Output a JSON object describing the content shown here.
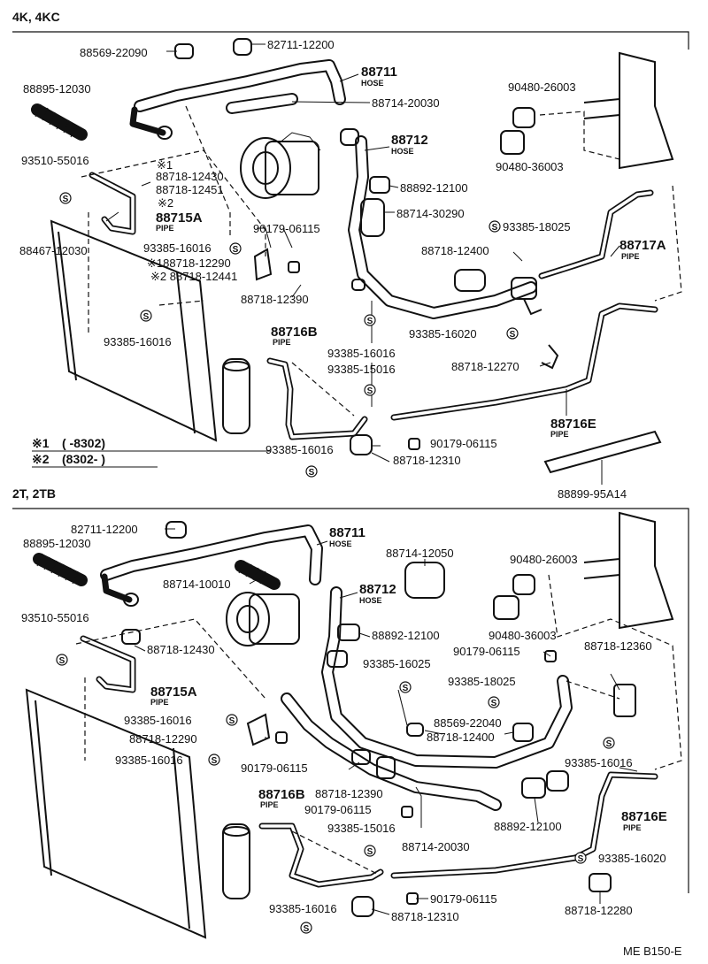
{
  "sections": [
    {
      "header": "4K, 4KC"
    },
    {
      "header": "2T, 2TB"
    }
  ],
  "notes": {
    "n1_mark": "※1",
    "n1_text": "(      -8302)",
    "n2_mark": "※2",
    "n2_text": "(8302-      )"
  },
  "footer_code": "ME B150-E",
  "sym_s": "S",
  "sec1_labels": [
    {
      "text": "88569-22090"
    },
    {
      "text": "82711-12200"
    },
    {
      "text": "88711"
    },
    {
      "text": "HOSE"
    },
    {
      "text": "88895-12030"
    },
    {
      "text": "88714-20030"
    },
    {
      "text": "90480-26003"
    },
    {
      "text": "88712"
    },
    {
      "text": "HOSE"
    },
    {
      "text": "90480-36003"
    },
    {
      "text": "93510-55016"
    },
    {
      "text": "※1"
    },
    {
      "text": "88718-12430"
    },
    {
      "text": "88718-12451"
    },
    {
      "text": "※2"
    },
    {
      "text": "88892-12100"
    },
    {
      "text": "88715A"
    },
    {
      "text": "PIPE"
    },
    {
      "text": "88714-30290"
    },
    {
      "text": "90179-06115"
    },
    {
      "text": "93385-18025"
    },
    {
      "text": "88467-12030"
    },
    {
      "text": "93385-16016"
    },
    {
      "text": "88717A"
    },
    {
      "text": "PIPE"
    },
    {
      "text": "88718-12400"
    },
    {
      "text": "※188718-12290"
    },
    {
      "text": "※2 88718-12441"
    },
    {
      "text": "88718-12390"
    },
    {
      "text": "93385-16016"
    },
    {
      "text": "88716B"
    },
    {
      "text": "PIPE"
    },
    {
      "text": "93385-16016"
    },
    {
      "text": "93385-16020"
    },
    {
      "text": "93385-15016"
    },
    {
      "text": "88718-12270"
    },
    {
      "text": "88716E"
    },
    {
      "text": "PIPE"
    },
    {
      "text": "93385-16016"
    },
    {
      "text": "90179-06115"
    },
    {
      "text": "88718-12310"
    },
    {
      "text": "88899-95A14"
    }
  ],
  "sec2_labels": [
    {
      "text": "82711-12200"
    },
    {
      "text": "88711"
    },
    {
      "text": "HOSE"
    },
    {
      "text": "88895-12030"
    },
    {
      "text": "88714-12050"
    },
    {
      "text": "90480-26003"
    },
    {
      "text": "88714-10010"
    },
    {
      "text": "88712"
    },
    {
      "text": "HOSE"
    },
    {
      "text": "93510-55016"
    },
    {
      "text": "88892-12100"
    },
    {
      "text": "90480-36003"
    },
    {
      "text": "88718-12430"
    },
    {
      "text": "90179-06115"
    },
    {
      "text": "88718-12360"
    },
    {
      "text": "88715A"
    },
    {
      "text": "PIPE"
    },
    {
      "text": "93385-16025"
    },
    {
      "text": "93385-18025"
    },
    {
      "text": "93385-16016"
    },
    {
      "text": "88569-22040"
    },
    {
      "text": "88718-12290"
    },
    {
      "text": "88718-12400"
    },
    {
      "text": "93385-16016"
    },
    {
      "text": "90179-06115"
    },
    {
      "text": "93385-16016"
    },
    {
      "text": "88718-12390"
    },
    {
      "text": "88716B"
    },
    {
      "text": "PIPE"
    },
    {
      "text": "90179-06115"
    },
    {
      "text": "88892-12100"
    },
    {
      "text": "88716E"
    },
    {
      "text": "PIPE"
    },
    {
      "text": "93385-15016"
    },
    {
      "text": "88714-20030"
    },
    {
      "text": "93385-16020"
    },
    {
      "text": "93385-16016"
    },
    {
      "text": "90179-06115"
    },
    {
      "text": "88718-12310"
    },
    {
      "text": "88718-12280"
    }
  ]
}
